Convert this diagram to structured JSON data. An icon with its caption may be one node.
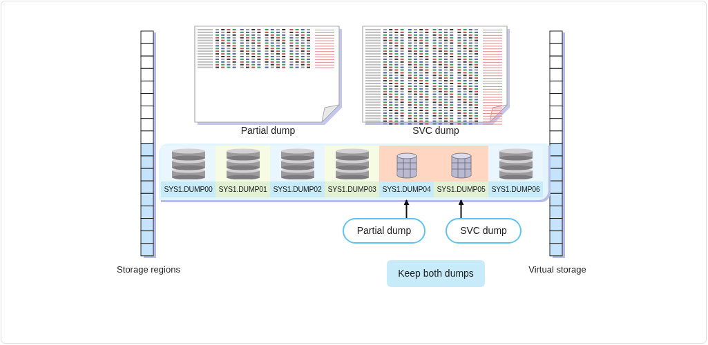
{
  "diagram": {
    "nodes": [
      {
        "text": [
          "Storage regions"
        ]
      },
      {
        "text": [
          "Partial dump"
        ]
      },
      {
        "text": [
          "SVC dump"
        ]
      },
      {
        "text": [
          "Virtual storage"
        ]
      },
      {
        "text": [],
        "shape": "box"
      },
      {
        "text": [
          "SYS1.DUMP00"
        ],
        "in": 4
      },
      {
        "text": [
          "SYS1.DUMP01"
        ],
        "in": 4
      },
      {
        "text": [
          "SYS1.DUMP02"
        ],
        "in": 4
      },
      {
        "text": [
          "SYS1.DUMP03"
        ],
        "in": 4
      },
      {
        "text": [
          "SYS1.DUMP04"
        ],
        "in": 4
      },
      {
        "text": [
          "SYS1.DUMP05"
        ],
        "in": 4
      },
      {
        "text": [
          "SYS1.DUMP06"
        ],
        "in": 4
      },
      {
        "text": [
          "Partial dump"
        ]
      },
      {
        "text": [
          "SVC dump"
        ]
      },
      {
        "text": [
          "Keep both dumps"
        ]
      }
    ],
    "edges": [
      {
        "from": 12,
        "to": 9,
        "arrow": "to"
      },
      {
        "from": 13,
        "to": 10,
        "arrow": "to"
      }
    ]
  }
}
